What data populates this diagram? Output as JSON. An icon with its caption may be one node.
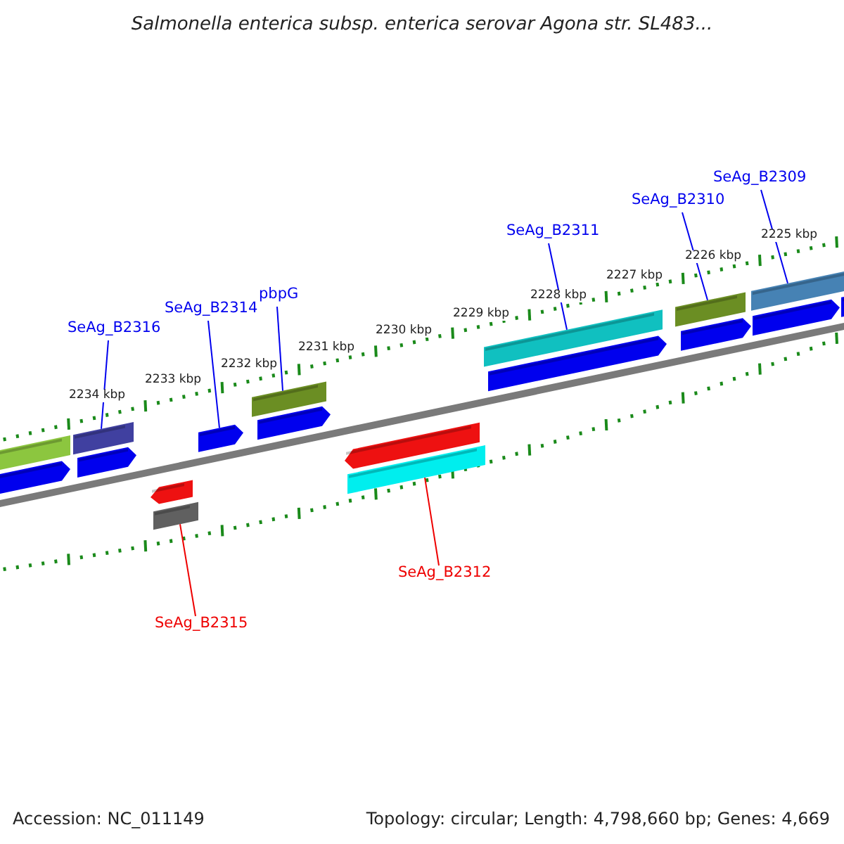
{
  "diagram": {
    "title": "Salmonella enterica subsp. enterica serovar Agona str. SL483...",
    "nodes": [
      {
        "text": [
          "SeAg_B2309"
        ]
      },
      {
        "text": [
          "SeAg_B2310"
        ]
      },
      {
        "text": [
          "SeAg_B2311"
        ]
      },
      {
        "text": [
          "pbpG"
        ]
      },
      {
        "text": [
          "SeAg_B2314"
        ]
      },
      {
        "text": [
          "SeAg_B2316"
        ]
      },
      {
        "text": [
          "SeAg_B2312"
        ]
      },
      {
        "text": [
          "SeAg_B2315"
        ]
      },
      {
        "text": [],
        "shape": "bar"
      },
      {
        "text": [],
        "shape": "bar"
      },
      {
        "text": [],
        "shape": "arrow"
      },
      {
        "text": [],
        "shape": "bar"
      },
      {
        "text": [],
        "shape": "bar"
      },
      {
        "text": [],
        "shape": "bar"
      },
      {
        "text": [],
        "shape": "bar"
      },
      {
        "text": [],
        "shape": "bar"
      }
    ],
    "edges": [
      {
        "from": 0,
        "to": 15,
        "arrow": "none"
      },
      {
        "from": 1,
        "to": 14,
        "arrow": "none"
      },
      {
        "from": 2,
        "to": 13,
        "arrow": "none"
      },
      {
        "from": 3,
        "to": 11,
        "arrow": "none"
      },
      {
        "from": 4,
        "to": 10,
        "arrow": "none"
      },
      {
        "from": 5,
        "to": 8,
        "arrow": "none"
      },
      {
        "from": 6,
        "to": 12,
        "arrow": "none",
        "color": "#ee0000"
      },
      {
        "from": 7,
        "to": 9,
        "arrow": "none",
        "color": "#ee0000"
      }
    ],
    "labels": [
      "2225 kbp",
      "2226 kbp",
      "2227 kbp",
      "2228 kbp",
      "2229 kbp",
      "2230 kbp",
      "2231 kbp",
      "2232 kbp",
      "2233 kbp",
      "2234 kbp",
      "Accession: NC_011149",
      "Topology: circular; Length: 4,798,660 bp; Genes: 4,669"
    ]
  }
}
